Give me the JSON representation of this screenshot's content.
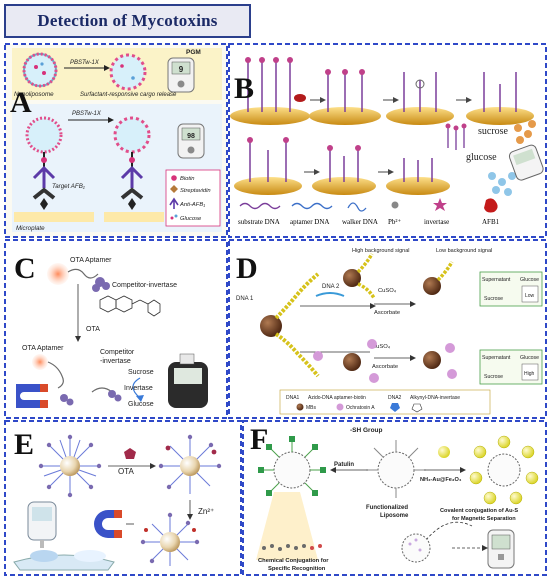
{
  "title": "Detection of Mycotoxins",
  "colors": {
    "panel_border": "#2f49c8",
    "title_border": "#2b3f8c",
    "gold": "#e8b52b",
    "invertase": "#c0408a",
    "biotin": "#d7327a",
    "streptavidin": "#b57a3a",
    "glucose": "#8fc6e8"
  },
  "panels": {
    "A": {
      "letter": "A",
      "pbst1": "PBSTw-1X",
      "pbst2": "PBSTw-1X",
      "pgm": "PGM",
      "nanoliposome": "Nanoliposome",
      "release": "Surfactant-responsive cargo release",
      "target": "Target AFB₁",
      "microplate": "Microplate",
      "reading1": "9",
      "reading2": "98",
      "legend": [
        "Biotin",
        "Streptavidin",
        "Anti-AFB₁",
        "Glucose"
      ]
    },
    "B": {
      "letter": "B",
      "sucrose": "sucrose",
      "glucose": "glucose",
      "legend": [
        "substrate DNA",
        "aptamer DNA",
        "walker DNA",
        "Pb²⁺",
        "invertase",
        "AFB1"
      ]
    },
    "C": {
      "letter": "C",
      "ota_aptamer_top": "OTA Aptamer",
      "competitor_top": "Competitor-invertase",
      "ota": "OTA",
      "ota_aptamer_bottom": "OTA Aptamer",
      "competitor_bottom_1": "Competitor",
      "competitor_bottom_2": "-invertase",
      "sucrose": "Sucrose",
      "invertase": "Invertase",
      "glucose": "Glucose"
    },
    "D": {
      "letter": "D",
      "high_bg": "High background signal",
      "low_bg": "Low background signal",
      "dna1": "DNA 1",
      "dna2": "DNA 2",
      "cuso4_1": "CuSO₄",
      "ascorbate_1": "Ascorbate",
      "cuso4_2": "CuSO₄",
      "ascorbate_2": "Ascorbate",
      "supernatant_1": "Supernatant",
      "glucose_1": "Glucose",
      "sucrose_1": "Sucrose",
      "low": "Low",
      "supernatant_2": "Supernatant",
      "glucose_2": "Glucose",
      "sucrose_2": "Sucrose",
      "high": "High",
      "legend": [
        "DNA1",
        "Azido-DNA aptamer-biotin",
        "DNA2",
        "Alkynyl-DNA-invertase",
        "MBs",
        "Ochratoxin A"
      ]
    },
    "E": {
      "letter": "E",
      "ota": "OTA",
      "zn": "Zn²⁺"
    },
    "F": {
      "letter": "F",
      "sh_group": "-SH Group",
      "patulin": "Patulin",
      "functionalized_1": "Functionalized",
      "functionalized_2": "Liposome",
      "nh2": "NH₂-Au@Fe₃O₄",
      "covalent": "Covalent conjugation of Au-S",
      "magnetic": "for Magnetic Separation",
      "chemical_1": "Chemical Conjugation for",
      "chemical_2": "Specific Recognition"
    }
  }
}
